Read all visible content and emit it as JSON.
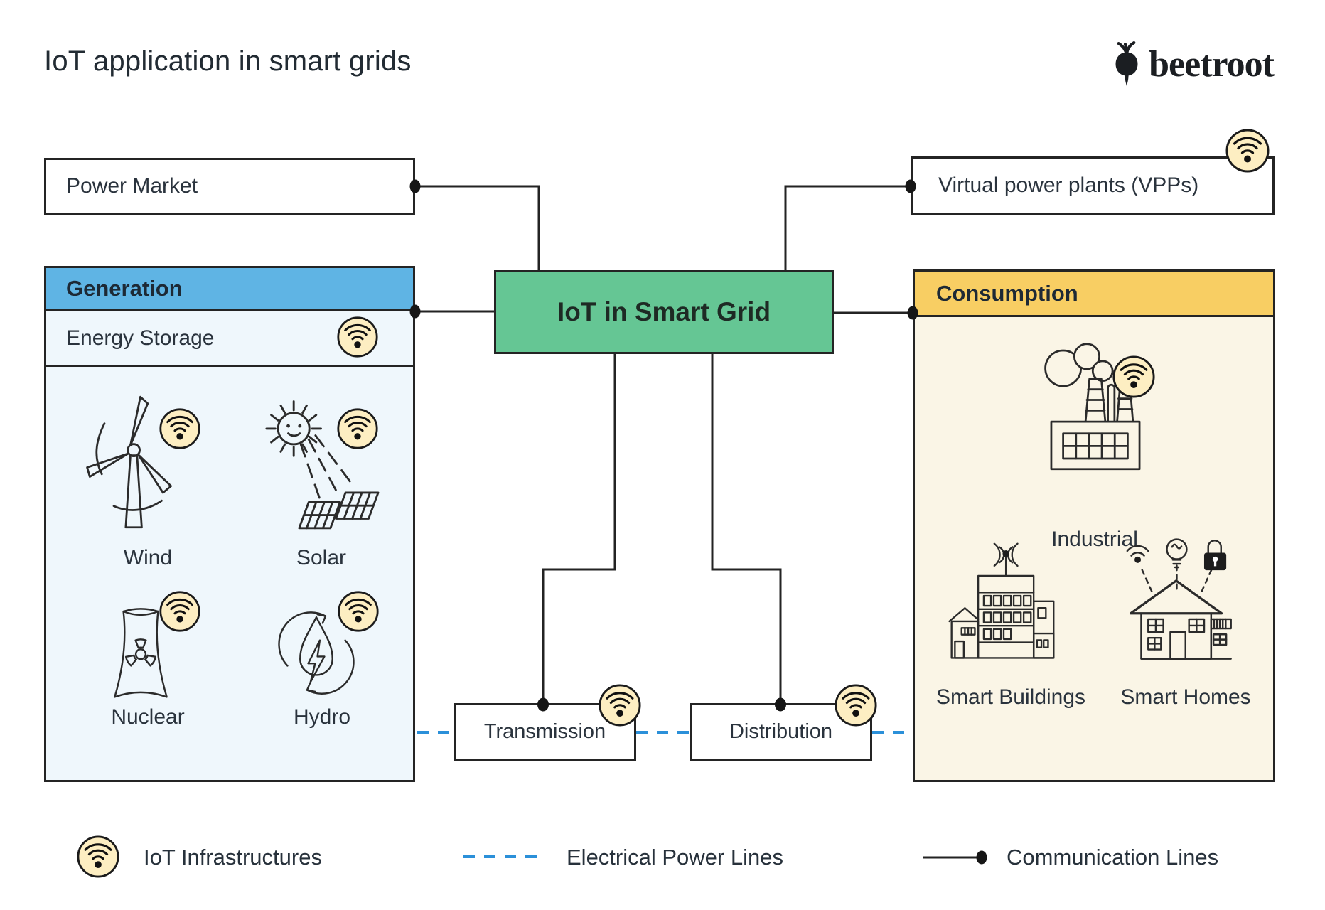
{
  "title": "IoT application in smart grids",
  "brand": "beetroot",
  "boxes": {
    "power_market": "Power Market",
    "vpps": "Virtual power plants (VPPs)",
    "hub": "IoT in Smart Grid",
    "transmission": "Transmission",
    "distribution": "Distribution"
  },
  "generation": {
    "title": "Generation",
    "energy_storage": "Energy Storage",
    "sources": [
      {
        "label": "Wind",
        "icon": "wind-turbine-icon"
      },
      {
        "label": "Solar",
        "icon": "sun-and-solar-panels-icon"
      },
      {
        "label": "Nuclear",
        "icon": "nuclear-cooling-tower-icon"
      },
      {
        "label": "Hydro",
        "icon": "hydro-drop-cycle-icon"
      }
    ]
  },
  "consumption": {
    "title": "Consumption",
    "consumers": [
      {
        "label": "Industrial",
        "icon": "factory-icon"
      },
      {
        "label": "Smart Buildings",
        "icon": "building-antenna-icon"
      },
      {
        "label": "Smart Homes",
        "icon": "smart-house-icon"
      }
    ]
  },
  "legend": {
    "iot": "IoT Infrastructures",
    "power": "Electrical Power Lines",
    "comm": "Communication Lines"
  },
  "icons": {
    "iot_marker": "wifi-signal-icon",
    "brand_mark": "beet-icon"
  },
  "colors": {
    "generation_header": "#5fb4e4",
    "generation_body": "#eff7fc",
    "consumption_header": "#f8ce63",
    "consumption_body": "#faf5e6",
    "hub_green": "#65c694",
    "wifi_fill": "#fdeec2",
    "power_line_blue": "#2b90d9",
    "line_dark": "#232323"
  }
}
